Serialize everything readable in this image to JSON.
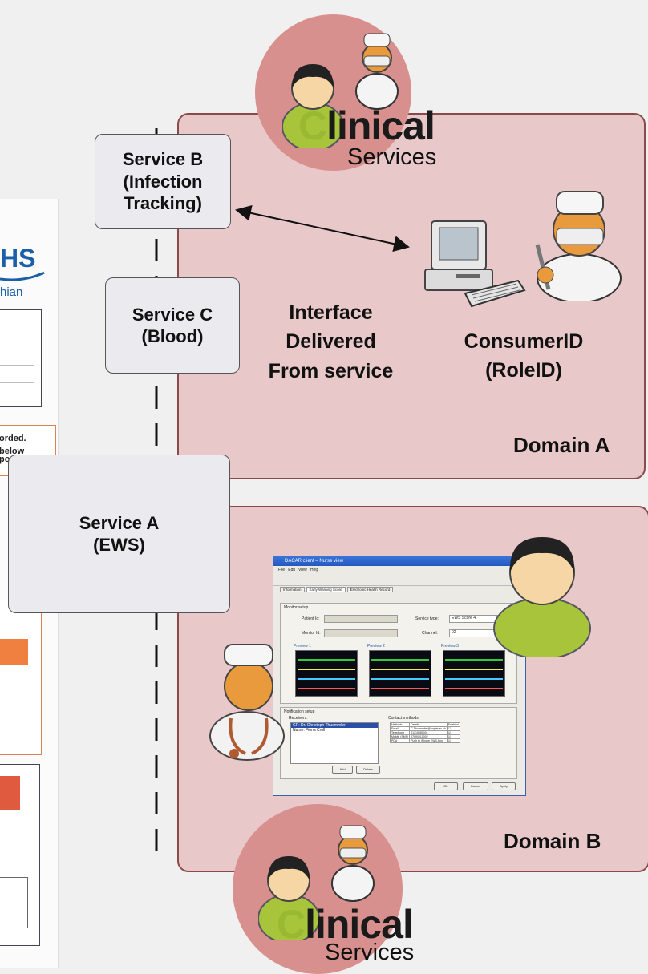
{
  "services": {
    "b": {
      "line1": "Service B",
      "line2": "(Infection",
      "line3": "Tracking)"
    },
    "c": {
      "line1": "Service C",
      "line2": "(Blood)"
    },
    "a": {
      "line1": "Service A",
      "line2": "(EWS)"
    }
  },
  "domain_a": {
    "label": "Domain A",
    "interface_text": {
      "line1": "Interface",
      "line2": "Delivered",
      "line3": "From service"
    },
    "consumer_text": {
      "line1": "ConsumerID",
      "line2": "(RoleID)"
    }
  },
  "domain_b": {
    "label": "Domain B"
  },
  "badge": {
    "clinical_c": "C",
    "clinical_rest": "linical",
    "services": "Services"
  },
  "nhs_form": {
    "logo": "HS",
    "area": "hian",
    "note1": "orded.",
    "note2": "below",
    "note3": "po"
  },
  "software_window": {
    "title": "DACAR client – Nurse view",
    "menu": [
      "File",
      "Edit",
      "View",
      "Help"
    ],
    "tabs": [
      "Information",
      "Early Warning Score",
      "Electronic Health Record"
    ],
    "monitor_setup_label": "Monitor setup",
    "patient_id_label": "Patient Id:",
    "monitor_id_label": "Monitor Id:",
    "service_type_label": "Service type:",
    "service_type_value": "EWS Score 4",
    "channel_label": "Channel:",
    "channel_value": "02",
    "previews": [
      "Preview 1",
      "Preview 2",
      "Preview 3"
    ],
    "notification_label": "Notification setup",
    "receivers_label": "Receivers:",
    "receivers": [
      "GP: Dr. Christoph Thuemmler",
      "Nurse: Fiona Croll"
    ],
    "contact_label": "Contact methods:",
    "contact_headers": [
      "Methods",
      "Details",
      "Enabled"
    ],
    "contact_rows": [
      {
        "method": "Email",
        "detail": "C.Thuemmler@napier.ac.uk"
      },
      {
        "method": "Telephone",
        "detail": "01315080001"
      },
      {
        "method": "Mobile (SMS)",
        "detail": "07890010002"
      },
      {
        "method": "PDA",
        "detail": "Push to iPhone EWS App"
      }
    ],
    "add_button": "Add",
    "delete_button": "Delete",
    "ok_button": "OK",
    "cancel_button": "Cancel",
    "apply_button": "Apply"
  },
  "colors": {
    "domain_fill": "#e8c8c8",
    "domain_border": "#8a4a4a",
    "badge": "#d8908e",
    "clinical_green": "#9ab832"
  }
}
